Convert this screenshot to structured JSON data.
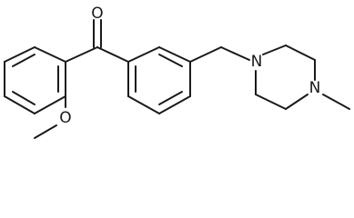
{
  "molecule": {
    "atoms": {
      "carbonyl_oxygen": "O",
      "methoxy_oxygen": "O",
      "piperazine_n1": "N",
      "piperazine_n4": "N"
    }
  }
}
